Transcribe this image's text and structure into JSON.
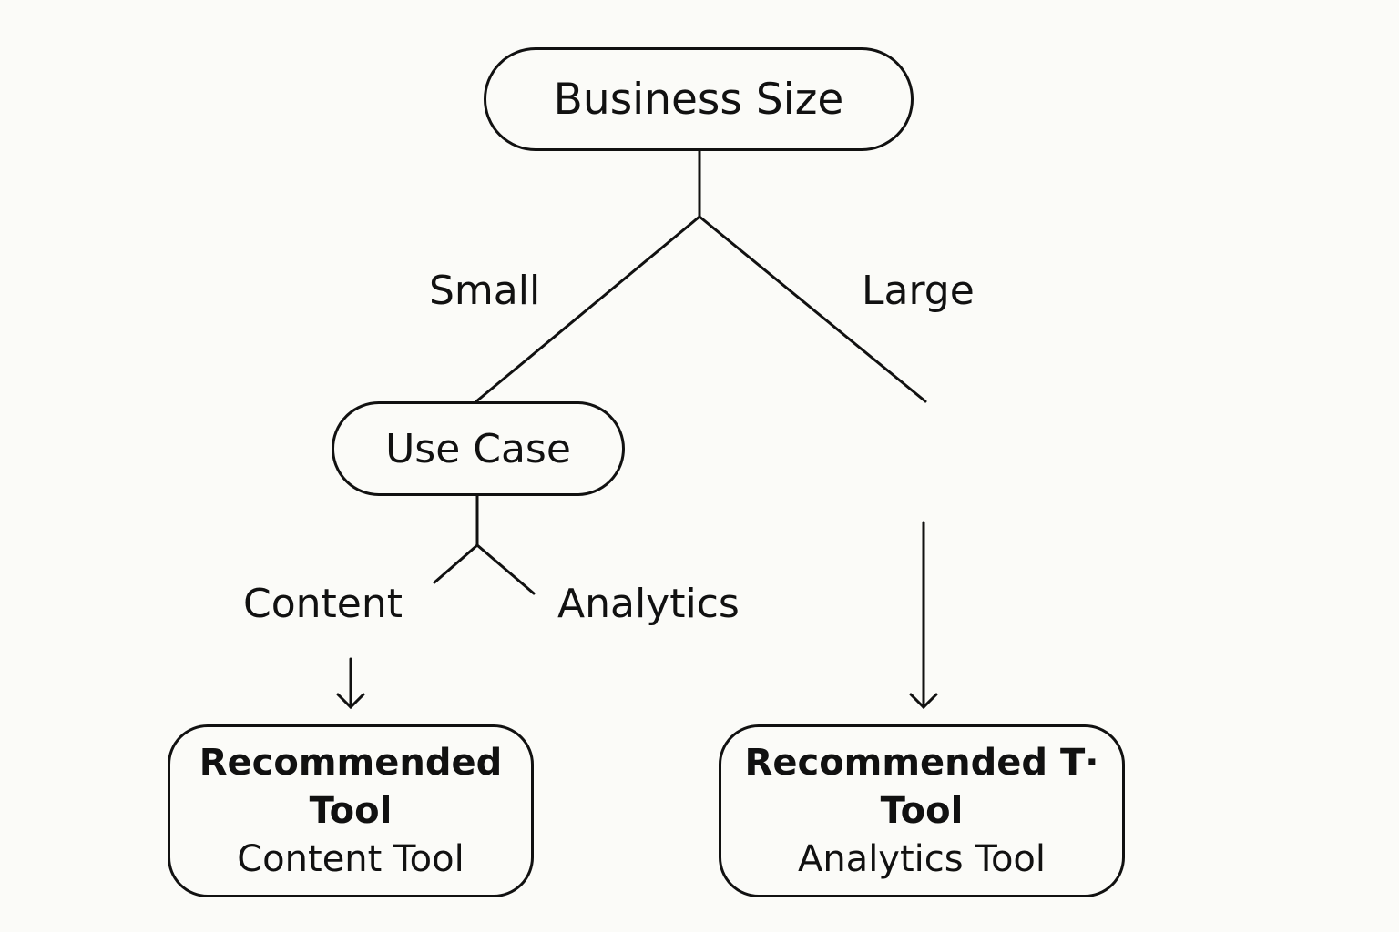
{
  "diagram": {
    "root": {
      "label": "Business Size"
    },
    "branches": {
      "small": {
        "label": "Small"
      },
      "large": {
        "label": "Large"
      }
    },
    "use_case": {
      "label": "Use Case",
      "branches": {
        "content": {
          "label": "Content"
        },
        "analytics": {
          "label": "Analytics"
        }
      }
    },
    "results": [
      {
        "title_line1": "Recommended",
        "title_line2": "Tool",
        "tool": "Content Tool"
      },
      {
        "title_line1": "Recommended T·",
        "title_line2": "Tool",
        "tool": "Analytics Tool"
      }
    ]
  }
}
